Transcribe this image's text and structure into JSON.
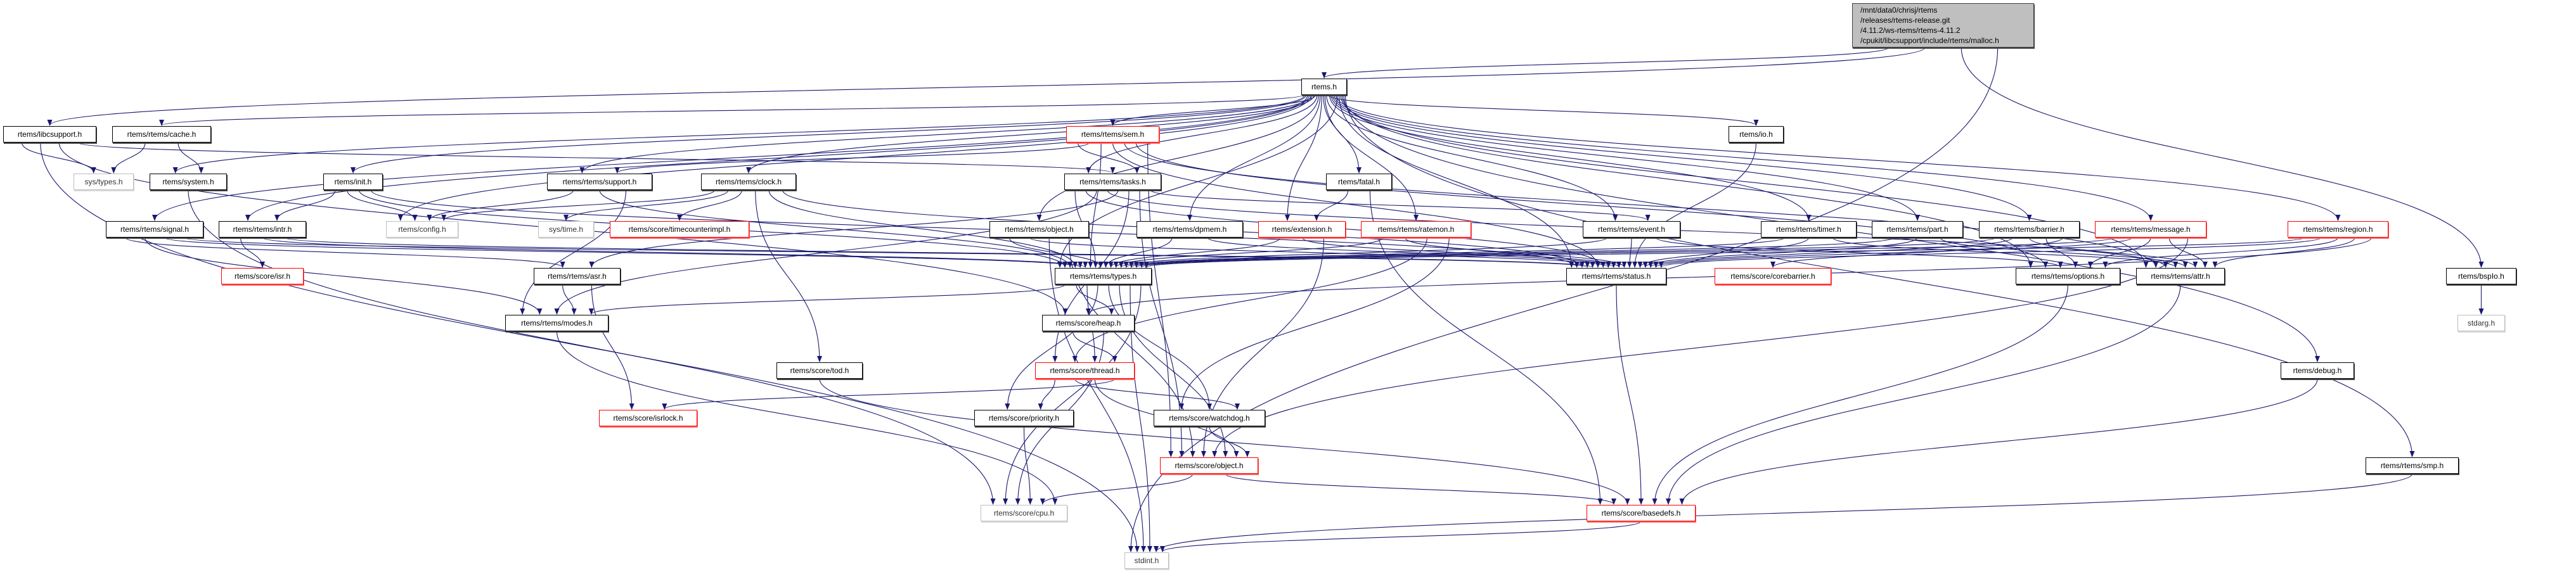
{
  "colors": {
    "edge": "#191970",
    "link_border": "#000000",
    "incomplete_border": "#ff0000",
    "external_border": "#bfbfbf",
    "main_fill": "#bfbfbf"
  },
  "main_node": {
    "lines": [
      "/mnt/data0/chrisj/rtems",
      "/releases/rtems-release.git",
      "/4.11.2/ws-rtems/rtems-4.11.2",
      "/cpukit/libcsupport/include/rtems/malloc.h"
    ]
  },
  "nodes": {
    "rtems": "rtems.h",
    "libcsupport": "rtems/libcsupport.h",
    "cache": "rtems/rtems/cache.h",
    "sem": "rtems/rtems/sem.h",
    "io": "rtems/io.h",
    "systypes": "sys/types.h",
    "system": "rtems/system.h",
    "init": "rtems/init.h",
    "support": "rtems/rtems/support.h",
    "clock": "rtems/rtems/clock.h",
    "tasks": "rtems/rtems/tasks.h",
    "fatal": "rtems/fatal.h",
    "signal": "rtems/rtems/signal.h",
    "intr": "rtems/rtems/intr.h",
    "config": "rtems/config.h",
    "systime": "sys/time.h",
    "timecounter": "rtems/score/timecounterimpl.h",
    "robject": "rtems/rtems/object.h",
    "dpmem": "rtems/rtems/dpmem.h",
    "extension": "rtems/extension.h",
    "ratemon": "rtems/rtems/ratemon.h",
    "event": "rtems/rtems/event.h",
    "timer": "rtems/rtems/timer.h",
    "part": "rtems/rtems/part.h",
    "barrier": "rtems/rtems/barrier.h",
    "message": "rtems/rtems/message.h",
    "region": "rtems/rtems/region.h",
    "isr": "rtems/score/isr.h",
    "asr": "rtems/rtems/asr.h",
    "types": "rtems/rtems/types.h",
    "status": "rtems/rtems/status.h",
    "corebarrier": "rtems/score/corebarrier.h",
    "options": "rtems/rtems/options.h",
    "attr": "rtems/rtems/attr.h",
    "bspio": "rtems/bspIo.h",
    "modes": "rtems/rtems/modes.h",
    "heap": "rtems/score/heap.h",
    "stdarg": "stdarg.h",
    "thread": "rtems/score/thread.h",
    "tod": "rtems/score/tod.h",
    "debug": "rtems/debug.h",
    "isrlock": "rtems/score/isrlock.h",
    "priority": "rtems/score/priority.h",
    "watchdog": "rtems/score/watchdog.h",
    "sobject": "rtems/score/object.h",
    "smp": "rtems/rtems/smp.h",
    "cpu": "rtems/score/cpu.h",
    "basedefs": "rtems/score/basedefs.h",
    "stdint": "stdint.h"
  },
  "edges": [
    [
      "malloc",
      "rtems"
    ],
    [
      "malloc",
      "libcsupport"
    ],
    [
      "malloc",
      "bspio"
    ],
    [
      "malloc",
      "stdint"
    ],
    [
      "rtems",
      "cache"
    ],
    [
      "rtems",
      "system"
    ],
    [
      "rtems",
      "init"
    ],
    [
      "rtems",
      "signal"
    ],
    [
      "rtems",
      "intr"
    ],
    [
      "rtems",
      "config"
    ],
    [
      "rtems",
      "support"
    ],
    [
      "rtems",
      "clock"
    ],
    [
      "rtems",
      "sem"
    ],
    [
      "rtems",
      "tasks"
    ],
    [
      "rtems",
      "robject"
    ],
    [
      "rtems",
      "dpmem"
    ],
    [
      "rtems",
      "extension"
    ],
    [
      "rtems",
      "fatal"
    ],
    [
      "rtems",
      "ratemon"
    ],
    [
      "rtems",
      "event"
    ],
    [
      "rtems",
      "io"
    ],
    [
      "rtems",
      "timer"
    ],
    [
      "rtems",
      "part"
    ],
    [
      "rtems",
      "barrier"
    ],
    [
      "rtems",
      "message"
    ],
    [
      "rtems",
      "region"
    ],
    [
      "rtems",
      "types"
    ],
    [
      "rtems",
      "status"
    ],
    [
      "rtems",
      "attr"
    ],
    [
      "rtems",
      "options"
    ],
    [
      "rtems",
      "debug"
    ],
    [
      "rtems",
      "smp"
    ],
    [
      "libcsupport",
      "systypes"
    ],
    [
      "libcsupport",
      "stdint"
    ],
    [
      "libcsupport",
      "heap"
    ],
    [
      "libcsupport",
      "tasks"
    ],
    [
      "cache",
      "systypes"
    ],
    [
      "cache",
      "system"
    ],
    [
      "system",
      "cpu"
    ],
    [
      "init",
      "intr"
    ],
    [
      "init",
      "config"
    ],
    [
      "init",
      "types"
    ],
    [
      "init",
      "status"
    ],
    [
      "support",
      "config"
    ],
    [
      "support",
      "types"
    ],
    [
      "support",
      "modes"
    ],
    [
      "clock",
      "config"
    ],
    [
      "clock",
      "systime"
    ],
    [
      "clock",
      "timecounter"
    ],
    [
      "clock",
      "tod"
    ],
    [
      "clock",
      "types"
    ],
    [
      "clock",
      "status"
    ],
    [
      "signal",
      "asr"
    ],
    [
      "signal",
      "modes"
    ],
    [
      "signal",
      "types"
    ],
    [
      "signal",
      "status"
    ],
    [
      "intr",
      "isr"
    ],
    [
      "intr",
      "types"
    ],
    [
      "intr",
      "status"
    ],
    [
      "sem",
      "tasks"
    ],
    [
      "sem",
      "support"
    ],
    [
      "sem",
      "types"
    ],
    [
      "sem",
      "status"
    ],
    [
      "sem",
      "attr"
    ],
    [
      "sem",
      "options"
    ],
    [
      "sem",
      "sobject"
    ],
    [
      "tasks",
      "types"
    ],
    [
      "tasks",
      "status"
    ],
    [
      "tasks",
      "modes"
    ],
    [
      "tasks",
      "attr"
    ],
    [
      "tasks",
      "asr"
    ],
    [
      "tasks",
      "thread"
    ],
    [
      "tasks",
      "sobject"
    ],
    [
      "tasks",
      "event"
    ],
    [
      "asr",
      "modes"
    ],
    [
      "asr",
      "isrlock"
    ],
    [
      "robject",
      "types"
    ],
    [
      "robject",
      "status"
    ],
    [
      "robject",
      "stdint"
    ],
    [
      "robject",
      "sobject"
    ],
    [
      "dpmem",
      "types"
    ],
    [
      "dpmem",
      "status"
    ],
    [
      "extension",
      "types"
    ],
    [
      "extension",
      "status"
    ],
    [
      "extension",
      "sobject"
    ],
    [
      "fatal",
      "extension"
    ],
    [
      "fatal",
      "basedefs"
    ],
    [
      "ratemon",
      "types"
    ],
    [
      "ratemon",
      "status"
    ],
    [
      "ratemon",
      "thread"
    ],
    [
      "ratemon",
      "watchdog"
    ],
    [
      "event",
      "types"
    ],
    [
      "event",
      "status"
    ],
    [
      "event",
      "options"
    ],
    [
      "io",
      "status"
    ],
    [
      "timer",
      "types"
    ],
    [
      "timer",
      "status"
    ],
    [
      "timer",
      "attr"
    ],
    [
      "part",
      "types"
    ],
    [
      "part",
      "status"
    ],
    [
      "part",
      "attr"
    ],
    [
      "barrier",
      "types"
    ],
    [
      "barrier",
      "status"
    ],
    [
      "barrier",
      "attr"
    ],
    [
      "barrier",
      "options"
    ],
    [
      "barrier",
      "corebarrier"
    ],
    [
      "message",
      "types"
    ],
    [
      "message",
      "status"
    ],
    [
      "message",
      "options"
    ],
    [
      "message",
      "attr"
    ],
    [
      "message",
      "sobject"
    ],
    [
      "region",
      "types"
    ],
    [
      "region",
      "status"
    ],
    [
      "region",
      "options"
    ],
    [
      "region",
      "attr"
    ],
    [
      "region",
      "heap"
    ],
    [
      "types",
      "modes"
    ],
    [
      "types",
      "heap"
    ],
    [
      "types",
      "thread"
    ],
    [
      "types",
      "priority"
    ],
    [
      "types",
      "watchdog"
    ],
    [
      "types",
      "sobject"
    ],
    [
      "types",
      "stdint"
    ],
    [
      "types",
      "cpu"
    ],
    [
      "heap",
      "thread"
    ],
    [
      "heap",
      "cpu"
    ],
    [
      "thread",
      "priority"
    ],
    [
      "thread",
      "watchdog"
    ],
    [
      "thread",
      "sobject"
    ],
    [
      "thread",
      "isrlock"
    ],
    [
      "priority",
      "cpu"
    ],
    [
      "watchdog",
      "sobject"
    ],
    [
      "sobject",
      "cpu"
    ],
    [
      "sobject",
      "basedefs"
    ],
    [
      "tod",
      "basedefs"
    ],
    [
      "modes",
      "cpu"
    ],
    [
      "status",
      "basedefs"
    ],
    [
      "options",
      "basedefs"
    ],
    [
      "attr",
      "basedefs"
    ],
    [
      "debug",
      "basedefs"
    ],
    [
      "smp",
      "stdint"
    ],
    [
      "basedefs",
      "stdint"
    ],
    [
      "bspio",
      "stdarg"
    ]
  ]
}
